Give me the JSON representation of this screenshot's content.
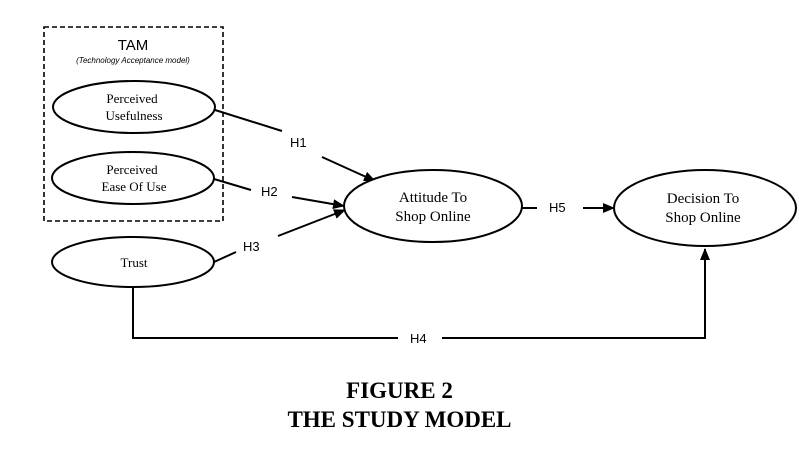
{
  "tam_group": {
    "title": "TAM",
    "subtitle": "(Technology Acceptance model)"
  },
  "nodes": {
    "perceived_usefulness": {
      "line1": "Perceived",
      "line2": "Usefulness"
    },
    "perceived_ease_of_use": {
      "line1": "Perceived",
      "line2": "Ease Of Use"
    },
    "trust": {
      "line1": "Trust"
    },
    "attitude": {
      "line1": "Attitude To",
      "line2": "Shop Online"
    },
    "decision": {
      "line1": "Decision To",
      "line2": "Shop Online"
    }
  },
  "hypotheses": {
    "h1": "H1",
    "h2": "H2",
    "h3": "H3",
    "h4": "H4",
    "h5": "H5"
  },
  "caption": {
    "line1": "FIGURE 2",
    "line2": "THE STUDY MODEL"
  }
}
